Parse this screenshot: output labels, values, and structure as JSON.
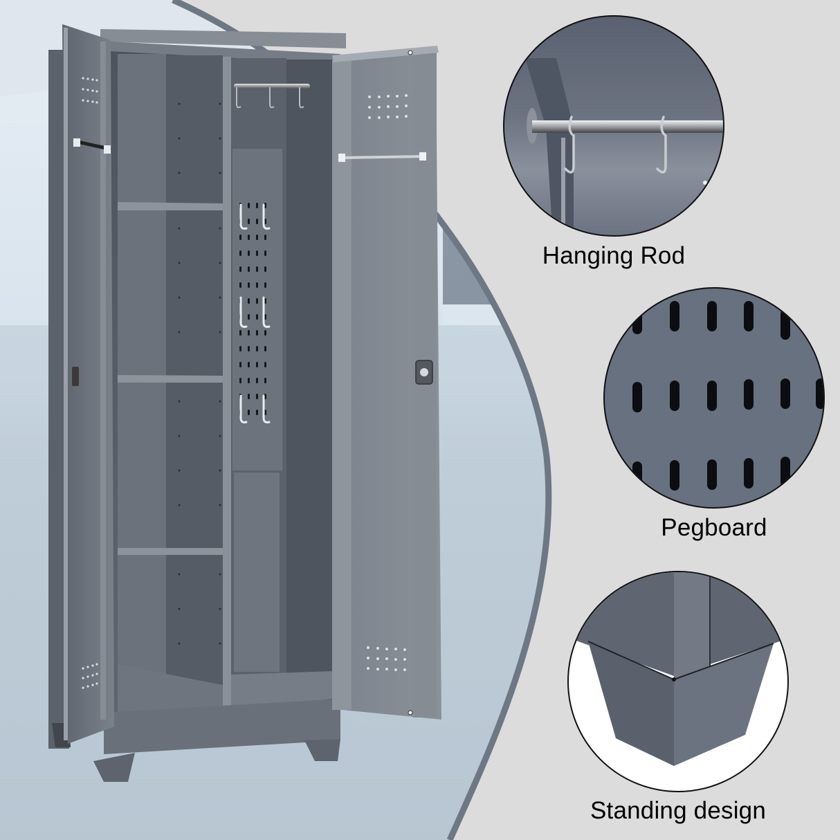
{
  "product": {
    "name": "Two-door steel storage cabinet",
    "finish_color": "#6b717a",
    "features": [
      "left shelving column with 4 shelves",
      "center pegboard with hooks",
      "hanging rod with S-hooks",
      "door-mounted broom holders",
      "keyed lock",
      "ventilation holes",
      "raised feet"
    ]
  },
  "callouts": [
    {
      "id": "hanging-rod",
      "label": "Hanging Rod"
    },
    {
      "id": "pegboard",
      "label": "Pegboard"
    },
    {
      "id": "standing-design",
      "label": "Standing design"
    }
  ],
  "colors": {
    "page_background": "#dcdcdc",
    "scene_sky": "#dfe9f2",
    "scene_floor": "#b9c7d4",
    "curve_border": "#6e7884",
    "cabinet_body": "#6b717a",
    "cabinet_inner": "#565c66",
    "caption_text": "#000000"
  }
}
